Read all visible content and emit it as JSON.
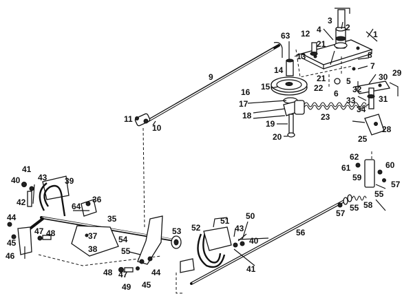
{
  "callouts": [
    "1",
    "2",
    "3",
    "4",
    "5",
    "6",
    "7",
    "8",
    "9",
    "10",
    "11",
    "12",
    "13",
    "14",
    "15",
    "16",
    "17",
    "18",
    "19",
    "20",
    "21",
    "21",
    "22",
    "23",
    "25",
    "28",
    "29",
    "30",
    "31",
    "32",
    "33",
    "34",
    "35",
    "36",
    "37",
    "38",
    "39",
    "40",
    "40",
    "41",
    "41",
    "42",
    "43",
    "43",
    "44",
    "44",
    "45",
    "45",
    "46",
    "47",
    "47",
    "48",
    "48",
    "49",
    "50",
    "51",
    "52",
    "53",
    "54",
    "55",
    "55",
    "55",
    "56",
    "57",
    "57",
    "58",
    "59",
    "60",
    "61",
    "62",
    "63",
    "64"
  ]
}
